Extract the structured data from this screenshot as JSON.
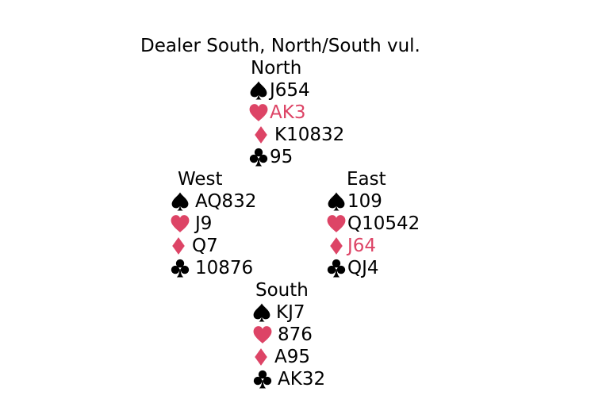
{
  "header": {
    "dealer_text": "Dealer South, North/South vul."
  },
  "colors": {
    "black": "#000000",
    "red_suit": "#dd4466",
    "highlight_text": "#dd4466"
  },
  "hands": {
    "north": {
      "label": "North",
      "spades": "J654",
      "hearts": "AK3",
      "diamonds": "K10832",
      "clubs": "95"
    },
    "west": {
      "label": "West",
      "spades": "AQ832",
      "hearts": "J9",
      "diamonds": "Q7",
      "clubs": "10876"
    },
    "east": {
      "label": "East",
      "spades": "109",
      "hearts": "Q10542",
      "diamonds": "J64",
      "clubs": "QJ4"
    },
    "south": {
      "label": "South",
      "spades": "KJ7",
      "hearts": "876",
      "diamonds": "A95",
      "clubs": "AK32"
    }
  },
  "highlighted_holdings": [
    "north.hearts",
    "east.diamonds"
  ],
  "icons": {
    "spade": "spade-icon",
    "heart": "heart-icon",
    "diamond": "diamond-icon",
    "club": "club-icon"
  }
}
